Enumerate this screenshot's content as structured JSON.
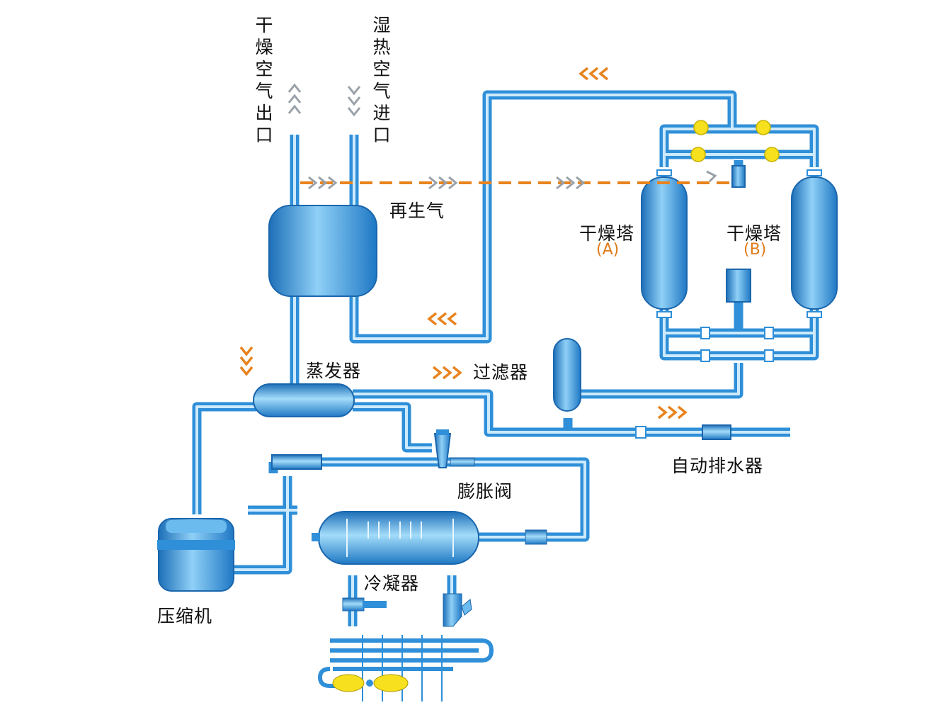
{
  "labels": {
    "dry_air_outlet": "干燥空气出口",
    "humid_air_inlet": "湿热空气进口",
    "regen_gas": "再生气",
    "tower_a": "干燥塔",
    "tower_a_sub": "(A)",
    "tower_b": "干燥塔",
    "tower_b_sub": "(B)",
    "evaporator": "蒸发器",
    "filter": "过滤器",
    "auto_drain": "自动排水器",
    "expansion_valve": "膨胀阀",
    "condenser": "冷凝器",
    "compressor": "压缩机"
  },
  "colors": {
    "pipe": "#2f8fd8",
    "pipe_highlight": "#cdeafc",
    "arrow_orange": "#e8831e",
    "arrow_gray": "#9aa1a8",
    "valve_yellow": "#f7e01e",
    "sub_label": "#e07a1a"
  }
}
